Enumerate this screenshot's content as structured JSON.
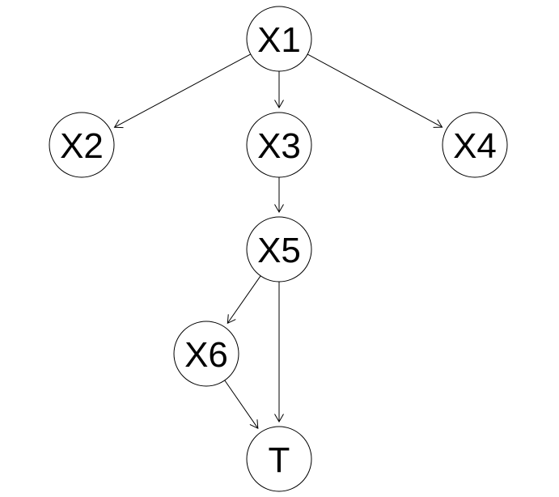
{
  "diagram": {
    "type": "directed-graph",
    "colors": {
      "background": "#ffffff",
      "stroke": "#000000",
      "text": "#000000"
    },
    "nodes": [
      {
        "id": "X1",
        "label": "X1"
      },
      {
        "id": "X2",
        "label": "X2"
      },
      {
        "id": "X3",
        "label": "X3"
      },
      {
        "id": "X4",
        "label": "X4"
      },
      {
        "id": "X5",
        "label": "X5"
      },
      {
        "id": "X6",
        "label": "X6"
      },
      {
        "id": "T",
        "label": "T"
      }
    ],
    "edges": [
      {
        "from": "X1",
        "to": "X2"
      },
      {
        "from": "X1",
        "to": "X3"
      },
      {
        "from": "X1",
        "to": "X4"
      },
      {
        "from": "X3",
        "to": "X5"
      },
      {
        "from": "X5",
        "to": "X6"
      },
      {
        "from": "X5",
        "to": "T"
      },
      {
        "from": "X6",
        "to": "T"
      }
    ]
  }
}
